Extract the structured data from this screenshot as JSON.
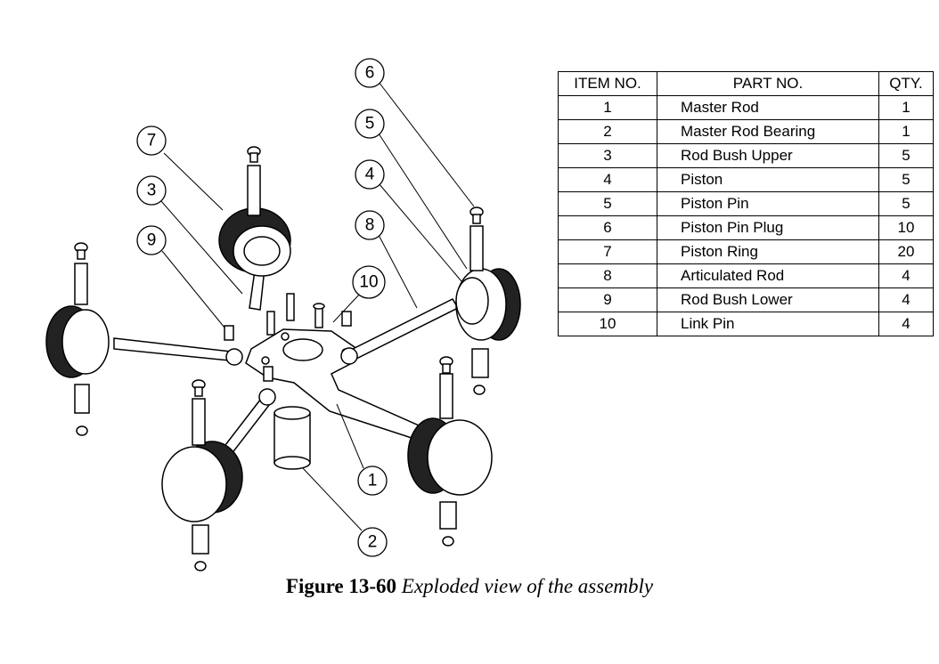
{
  "table": {
    "headers": [
      "ITEM NO.",
      "PART NO.",
      "QTY."
    ],
    "rows": [
      {
        "item": "1",
        "part": "Master Rod",
        "qty": "1"
      },
      {
        "item": "2",
        "part": "Master Rod Bearing",
        "qty": "1"
      },
      {
        "item": "3",
        "part": "Rod Bush Upper",
        "qty": "5"
      },
      {
        "item": "4",
        "part": "Piston",
        "qty": "5"
      },
      {
        "item": "5",
        "part": "Piston Pin",
        "qty": "5"
      },
      {
        "item": "6",
        "part": "Piston Pin Plug",
        "qty": "10"
      },
      {
        "item": "7",
        "part": "Piston Ring",
        "qty": "20"
      },
      {
        "item": "8",
        "part": "Articulated Rod",
        "qty": "4"
      },
      {
        "item": "9",
        "part": "Rod Bush Lower",
        "qty": "4"
      },
      {
        "item": "10",
        "part": "Link Pin",
        "qty": "4"
      }
    ]
  },
  "balloons": [
    "6",
    "5",
    "4",
    "8",
    "10",
    "7",
    "3",
    "9",
    "1",
    "2"
  ],
  "caption": {
    "number": "Figure 13-60",
    "text": "Exploded view of the assembly"
  }
}
